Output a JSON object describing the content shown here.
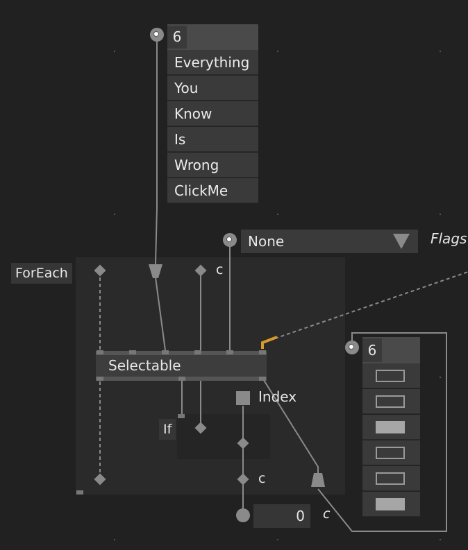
{
  "list_node": {
    "count": "6",
    "items": [
      "Everything",
      "You",
      "Know",
      "Is",
      "Wrong",
      "ClickMe"
    ]
  },
  "dropdown": {
    "value": "None",
    "trailing_label": "Flags",
    "arrow_icon": "triangle-down-icon"
  },
  "foreach": {
    "label": "ForEach"
  },
  "selectable": {
    "label": "Selectable",
    "index_label": "Index"
  },
  "if_node": {
    "label": "If"
  },
  "c_labels": {
    "top": "c",
    "bottom": "c",
    "value": "c"
  },
  "value_box": {
    "value": "0"
  },
  "toggle_list": {
    "count": "6",
    "states": [
      false,
      false,
      true,
      false,
      false,
      true
    ]
  },
  "colors": {
    "background": "#212121",
    "accent_wire": "#d89a2a",
    "wire": "#8a8a8a"
  }
}
